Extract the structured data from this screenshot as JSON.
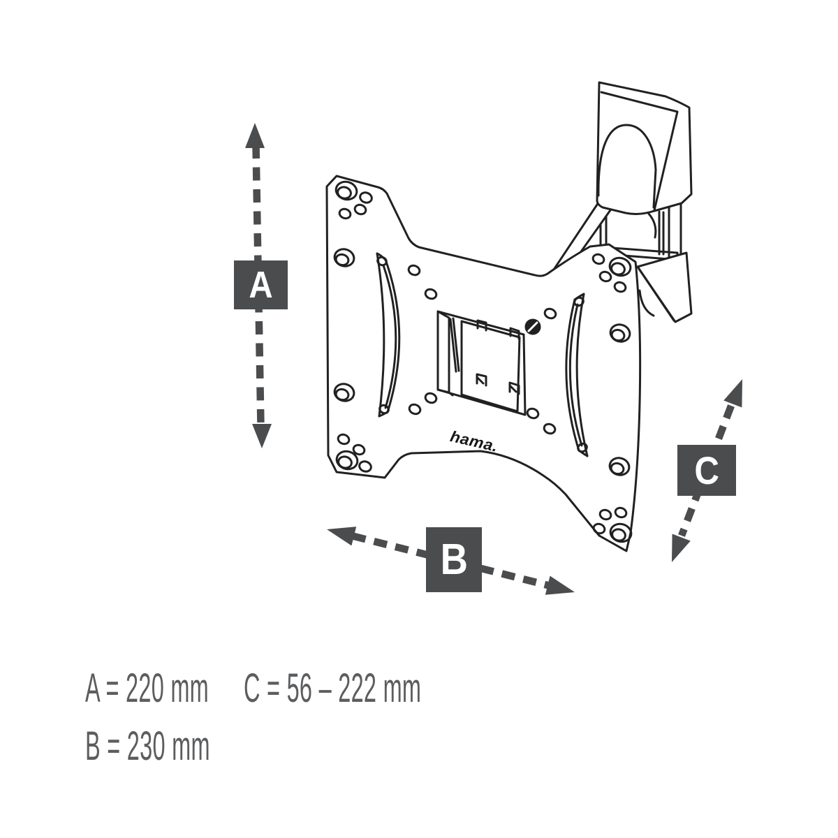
{
  "diagram": {
    "description": "Exploded line drawing of a swivel TV wall-mount bracket with dimension arrows",
    "brand_logo_text": "hama.",
    "markers": {
      "a": "A",
      "b": "B",
      "c": "C"
    },
    "dimension_lines": [
      {
        "id": "A",
        "text": "A = 220 mm"
      },
      {
        "id": "B",
        "text": "B = 230 mm"
      },
      {
        "id": "C",
        "text": "C = 56 – 222 mm"
      }
    ],
    "colors": {
      "line_art": "#212121",
      "marker_box": "#4b4c4e",
      "arrow": "#4b4c4e",
      "dimension_text": "#5c5d5f"
    }
  }
}
